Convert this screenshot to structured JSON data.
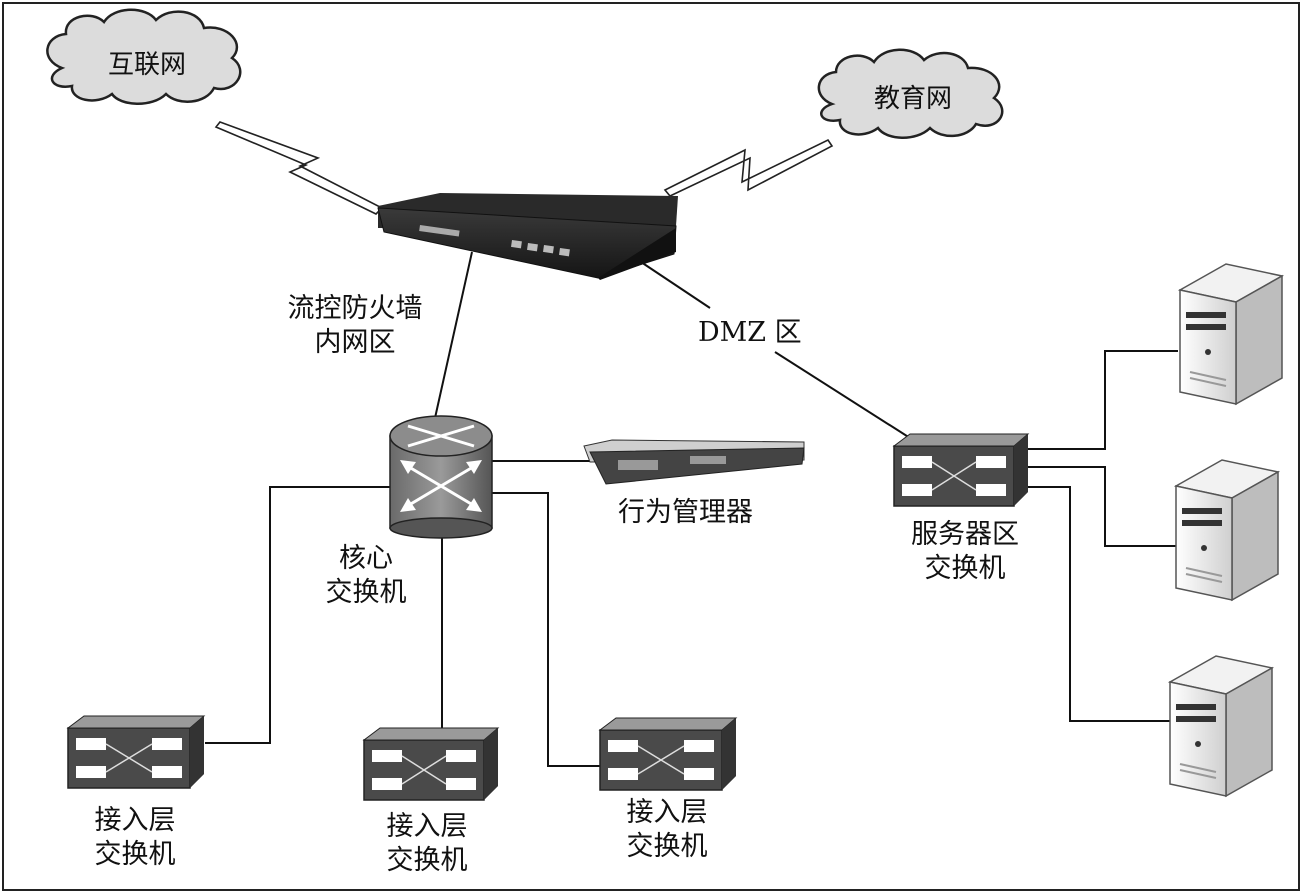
{
  "clouds": {
    "internet": "互联网",
    "edu_net": "教育网"
  },
  "labels": {
    "firewall_line1": "流控防火墙",
    "firewall_line2": "内网区",
    "dmz": "DMZ 区",
    "behavior_manager": "行为管理器",
    "core_line1": "核心",
    "core_line2": "交换机",
    "server_sw_line1": "服务器区",
    "server_sw_line2": "交换机",
    "access1_line1": "接入层",
    "access1_line2": "交换机",
    "access2_line1": "接入层",
    "access2_line2": "交换机",
    "access3_line1": "接入层",
    "access3_line2": "交换机"
  },
  "icons": [
    "cloud-icon",
    "firewall-device-icon",
    "core-router-icon",
    "behavior-manager-device-icon",
    "switch-icon",
    "server-icon"
  ]
}
